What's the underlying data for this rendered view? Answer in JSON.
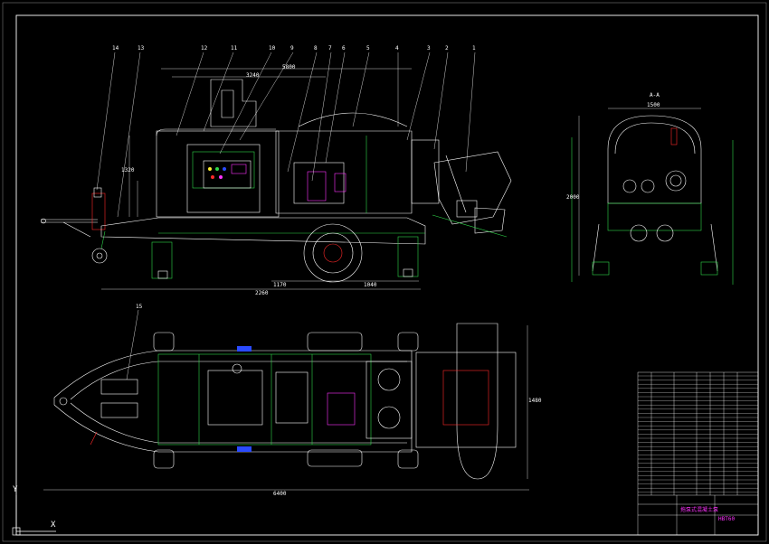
{
  "drawing": {
    "side_view_callouts": [
      "14",
      "13",
      "12",
      "11",
      "10",
      "9",
      "8",
      "7",
      "6",
      "5",
      "4",
      "3",
      "2",
      "1"
    ],
    "plan_view_callouts": [
      "15"
    ],
    "dimensions": {
      "overall_length": "6400",
      "wheelbase": "2260",
      "rear_offset": "1170",
      "front_offset": "1040",
      "height": "1320",
      "upper_total": "5800",
      "upper_sub": "3240",
      "plan_width": "1480",
      "end_width": "1500",
      "end_height": "2000"
    },
    "end_view_title": "A-A",
    "ucs_labels": {
      "y": "Y",
      "x": "X"
    }
  },
  "colors": {
    "background": "#000000",
    "line": "#ffffff",
    "green": "#2fd84a",
    "magenta": "#ff33ff",
    "blue": "#2a4bff",
    "red": "#ff2a2a",
    "yellow": "#ffee33"
  },
  "title_block": {
    "drawing_title": "拖泵式混凝土泵",
    "drawing_number": "HBT60"
  }
}
